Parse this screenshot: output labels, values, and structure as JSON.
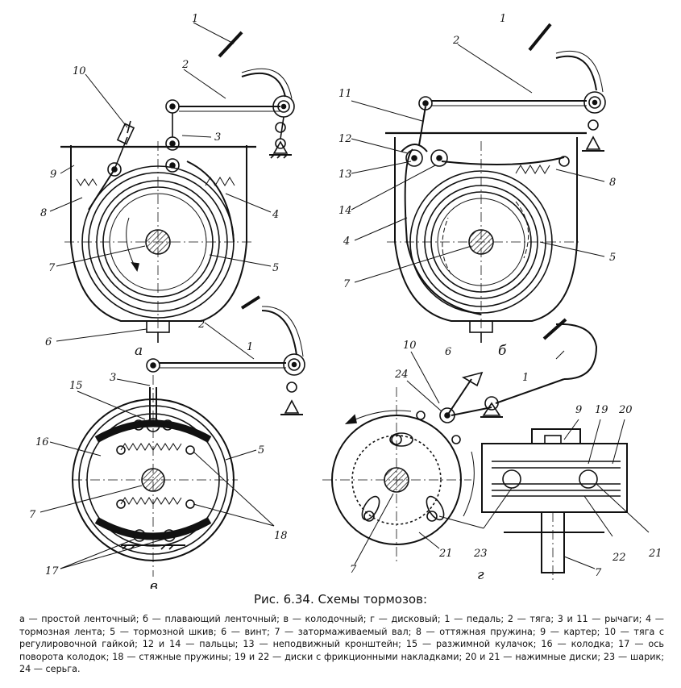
{
  "caption": {
    "title": "Рис. 6.34. Схемы тормозов:",
    "legend": "а — простой ленточный; б — плавающий ленточный; в — колодочный; г — дисковый; 1 — педаль; 2 — тяга; 3 и 11 — рычаги; 4 — тормозная лента; 5 — тормозной шкив; 6 — винт; 7 — затормаживаемый вал; 8 — оттяжная пружина; 9 — картер; 10 — тяга с регулировочной гайкой; 12 и 14 — пальцы; 13 — неподвижный кронштейн; 15 — разжимной кулачок; 16 — колодка; 17 — ось поворота колодок; 18 — стяжные пружины; 19 и 22 — диски с фрикционными накладками; 20 и 21 — нажимные диски; 23 — шарик; 24 — серьга."
  },
  "labels": {
    "a": "а",
    "b": "б",
    "v": "в",
    "g": "г",
    "n1": "1",
    "n2": "2",
    "n3": "3",
    "n4": "4",
    "n5": "5",
    "n6": "6",
    "n7": "7",
    "n8": "8",
    "n9": "9",
    "n10": "10",
    "n11": "11",
    "n12": "12",
    "n13": "13",
    "n14": "14",
    "n15": "15",
    "n16": "16",
    "n17": "17",
    "n18": "18",
    "n19": "19",
    "n20": "20",
    "n21": "21",
    "n22": "22",
    "n23": "23",
    "n24": "24"
  }
}
